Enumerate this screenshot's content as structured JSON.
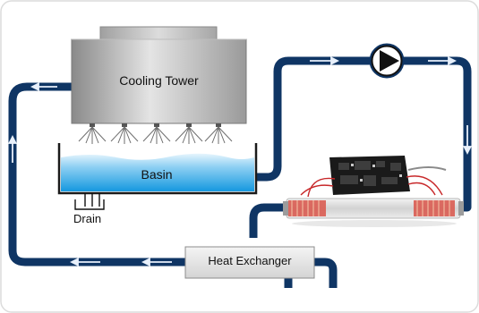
{
  "labels": {
    "cooling_tower": "Cooling Tower",
    "basin": "Basin",
    "drain": "Drain",
    "heat_exchanger": "Heat Exchanger"
  },
  "colors": {
    "pipe": "#0f3564",
    "arrow": "#e8f0fb",
    "tower_dark": "#7f7f7f",
    "tower_light": "#e2e2e2",
    "water": "#2ea6e6",
    "heater_coil": "#d9554a",
    "board": "#1a1a1a"
  },
  "icons": [
    "pump-icon",
    "spray-nozzle-icon",
    "flow-arrow-icon",
    "heater-board-icon"
  ]
}
